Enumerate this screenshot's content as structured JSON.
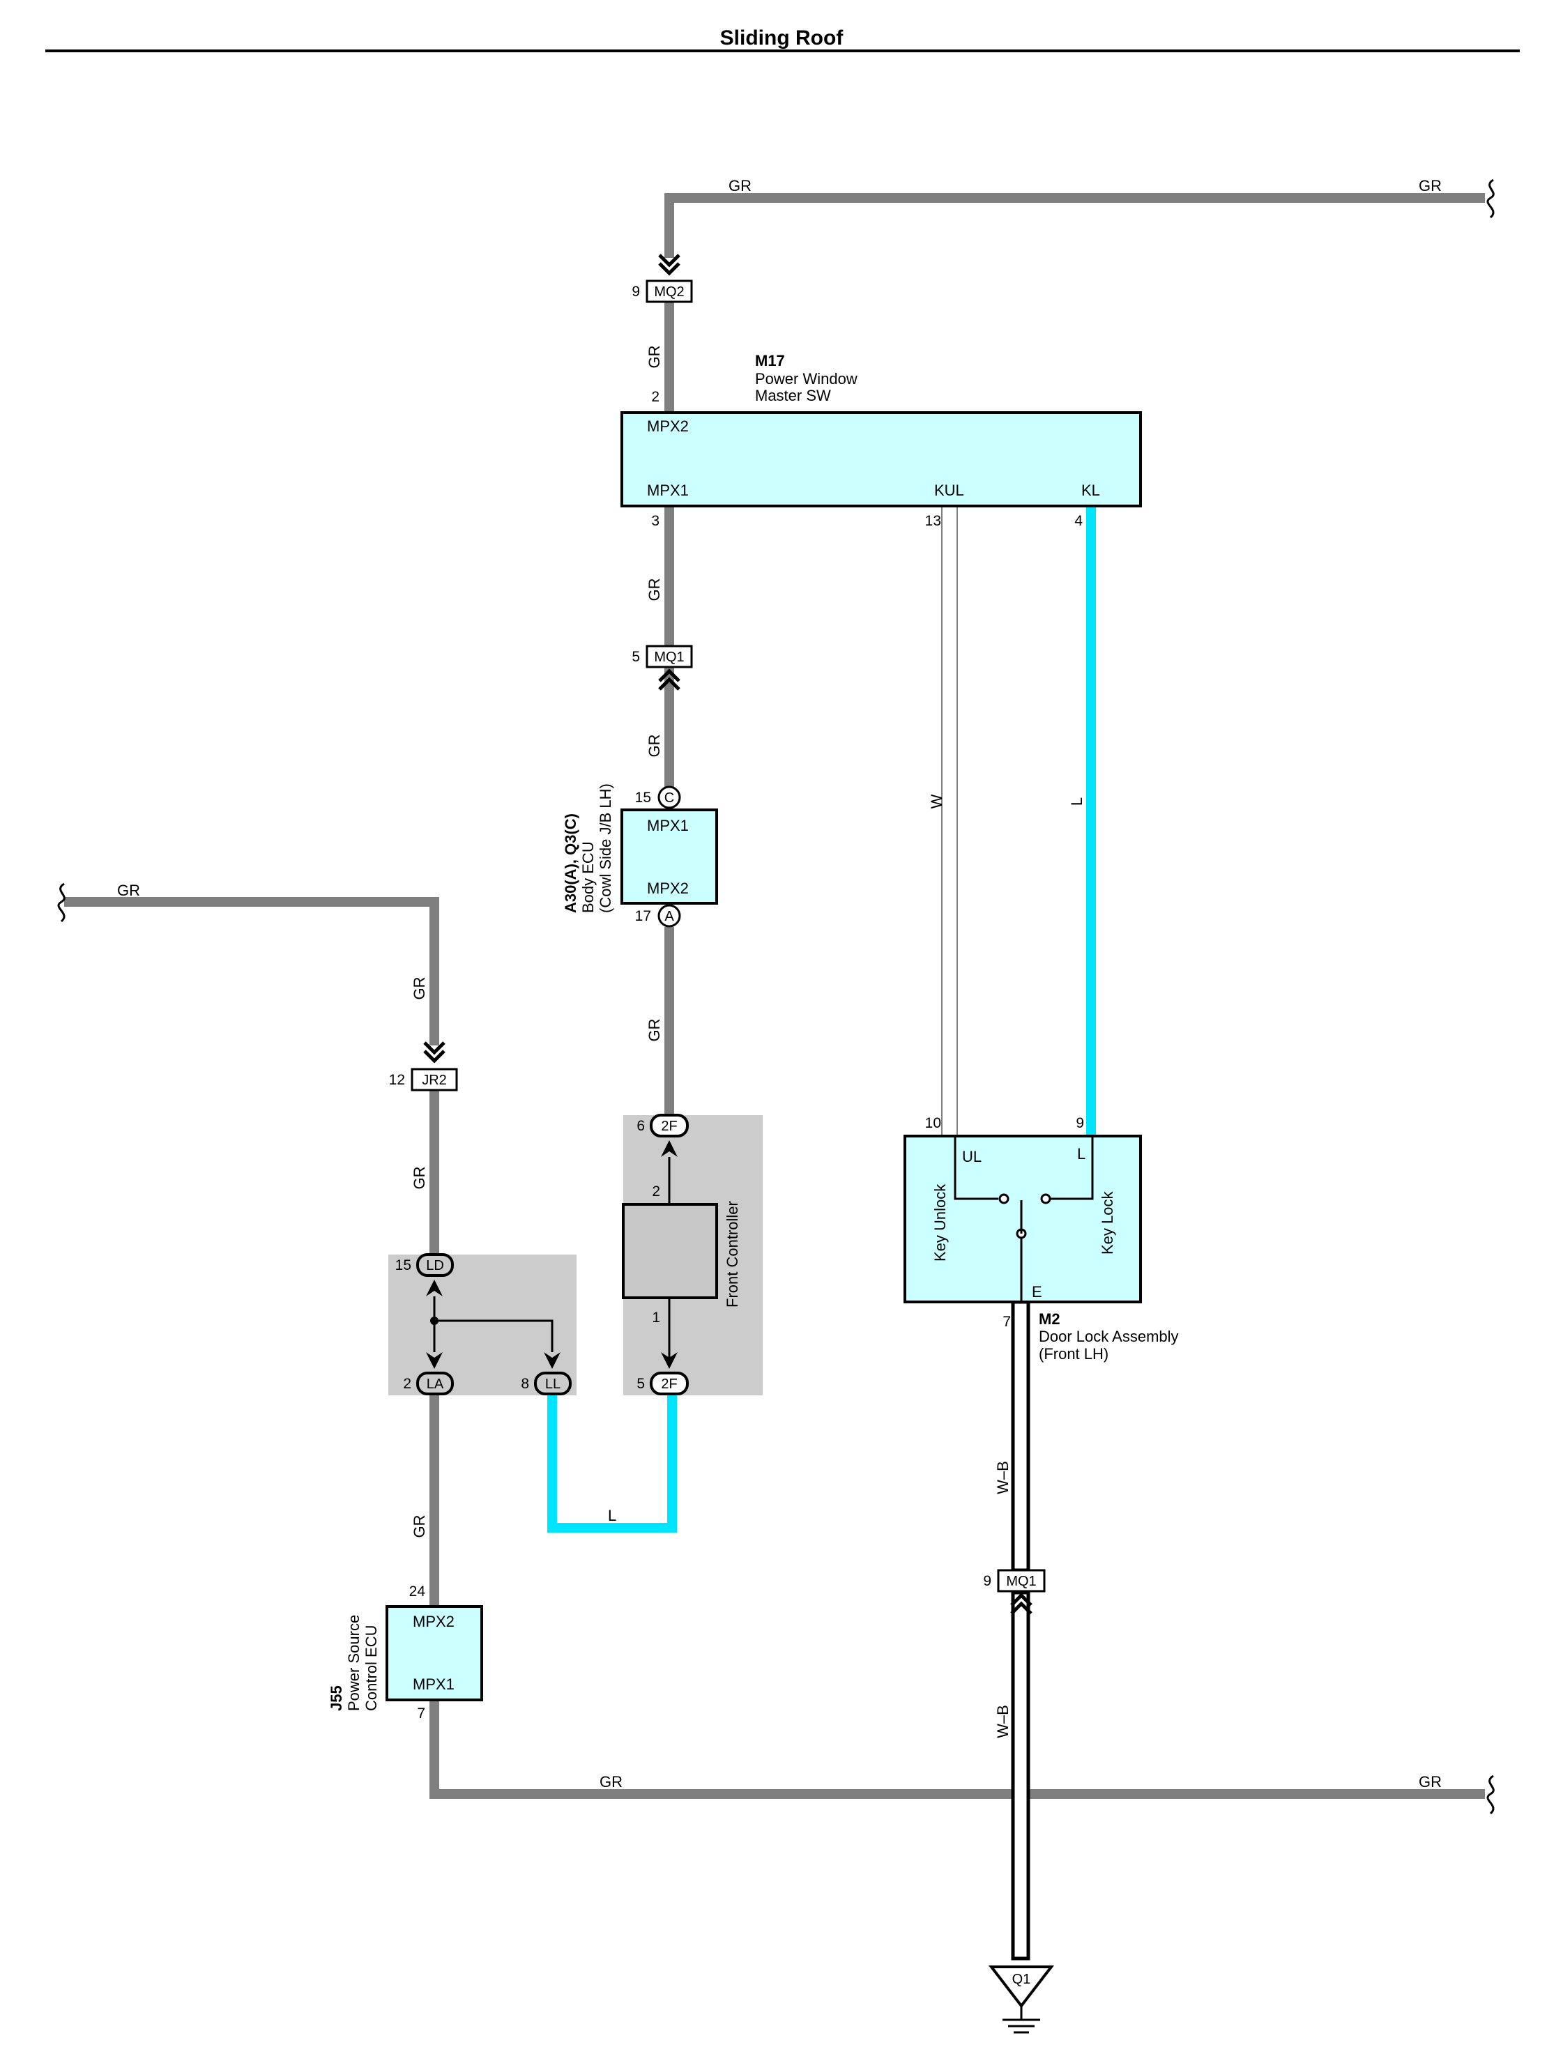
{
  "title": "Sliding Roof",
  "colors": {
    "wire_gr": "#7f7f7f",
    "wire_l": "#00e5ff",
    "component_fill": "#ccffff",
    "junction_fill": "#cccccc",
    "controller_fill": "#c8c8c8",
    "line": "#000000"
  },
  "wire_labels": {
    "gr": "GR",
    "l": "L",
    "w": "W",
    "wb": "W–B"
  },
  "connectors": {
    "mq2_top": {
      "code": "MQ2",
      "pin": "9"
    },
    "mq1_mid": {
      "code": "MQ1",
      "pin": "5"
    },
    "jr2": {
      "code": "JR2",
      "pin": "12"
    },
    "mq1_low": {
      "code": "MQ1",
      "pin": "9"
    },
    "ld": {
      "code": "LD",
      "pin": "15"
    },
    "la": {
      "code": "LA",
      "pin": "2"
    },
    "ll": {
      "code": "LL",
      "pin": "8"
    },
    "twof_top": {
      "code": "2F",
      "pin": "6"
    },
    "twof_bot": {
      "code": "2F",
      "pin": "5"
    },
    "c_pin": {
      "code": "C",
      "pin": "15"
    },
    "a_pin": {
      "code": "A",
      "pin": "17"
    },
    "ground": {
      "code": "Q1"
    }
  },
  "components": {
    "m17": {
      "id": "M17",
      "name_line1": "Power Window",
      "name_line2": "Master SW",
      "mpx2": "MPX2",
      "mpx1": "MPX1",
      "kul": "KUL",
      "kl": "KL",
      "pin_mpx2": "2",
      "pin_mpx1": "3",
      "pin_kul": "13",
      "pin_kl": "4"
    },
    "body_ecu": {
      "id": "A30(A), Q3(C)",
      "name_line1": "Body ECU",
      "name_line2": "(Cowl Side J/B LH)",
      "mpx1": "MPX1",
      "mpx2": "MPX2"
    },
    "power_source_ecu": {
      "id": "J55",
      "name_line1": "Power Source",
      "name_line2": "Control ECU",
      "mpx2": "MPX2",
      "mpx1": "MPX1",
      "pin_mpx2": "24",
      "pin_mpx1": "7"
    },
    "door_lock": {
      "id": "M2",
      "name_line1": "Door Lock Assembly",
      "name_line2": "(Front LH)",
      "ul": "UL",
      "l": "L",
      "e": "E",
      "key_unlock": "Key Unlock",
      "key_lock": "Key Lock",
      "pin_ul": "10",
      "pin_l": "9",
      "pin_e": "7"
    },
    "front_controller": {
      "name": "Front Controller",
      "pin_top": "2",
      "pin_bot": "1"
    }
  }
}
